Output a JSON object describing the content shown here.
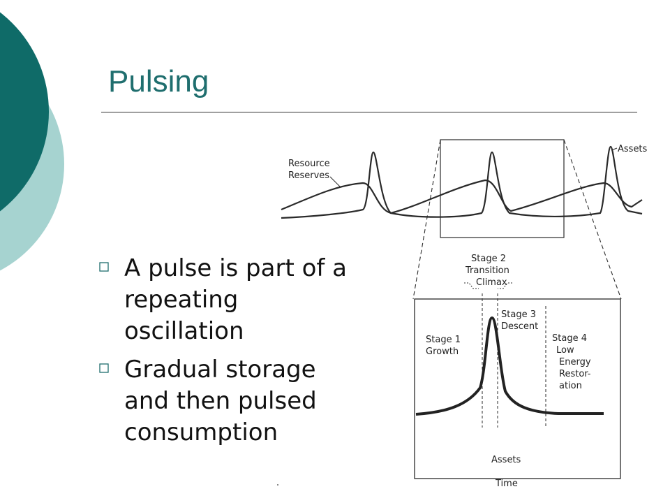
{
  "slide": {
    "title": "Pulsing",
    "bullets": [
      "A pulse is part of a repeating oscillation",
      "Gradual storage and then pulsed consumption"
    ],
    "bullet_icon": "hollow-square-icon",
    "theme_colors": {
      "dark_teal": "#0f6b68",
      "light_teal": "#a6d3d0",
      "title_teal": "#1f6e6e"
    }
  },
  "diagram": {
    "top_graph": {
      "labels": {
        "resource_reserves_line1": "Resource",
        "resource_reserves_line2": "Reserves",
        "assets": "Assets"
      }
    },
    "zoom_graph": {
      "stage2_line1": "Stage 2",
      "stage2_line2": "Transition",
      "stage2_line3": "Climax",
      "stage1_line1": "Stage  1",
      "stage1_line2": "Growth",
      "stage3_line1": "Stage  3",
      "stage3_line2": "Descent",
      "stage4_line1": "Stage  4",
      "stage4_line2": "Low",
      "stage4_line3": "Energy",
      "stage4_line4": "Restor-",
      "stage4_line5": "ation",
      "assets_label": "Assets",
      "time_label": "Time"
    }
  }
}
